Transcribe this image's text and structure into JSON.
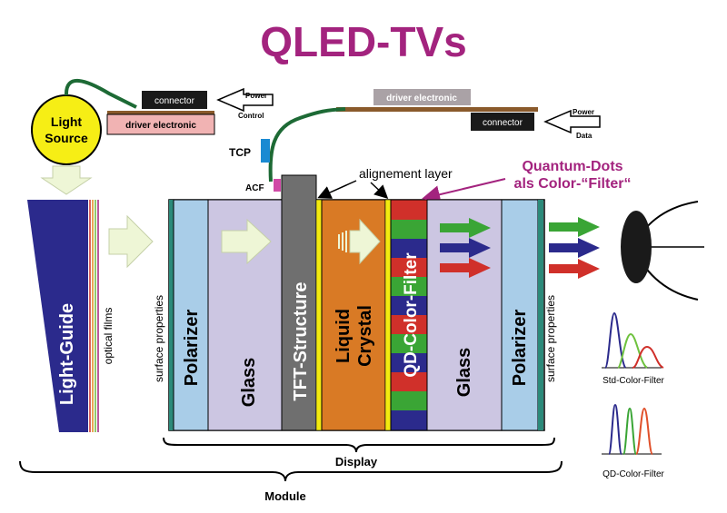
{
  "title": "QLED-TVs",
  "light_source": {
    "line1": "Light",
    "line2": "Source"
  },
  "left_boards": {
    "connector": "connector",
    "driver": "driver electronic",
    "power": "Power",
    "control": "Control"
  },
  "right_boards": {
    "driver": "driver electronic",
    "connector": "connector",
    "power": "Power",
    "data": "Data"
  },
  "tcp": "TCP",
  "acf": "ACF",
  "alignment_layer": "alignement layer",
  "qd_annotation": {
    "line1": "Quantum-Dots",
    "line2": "als Color-“Filter“"
  },
  "layers": {
    "light_guide": "Light-Guide",
    "optical_films": "optical films",
    "surface_left": "surface properties",
    "polarizer_left": "Polarizer",
    "glass_left": "Glass",
    "tft": "TFT-Structure",
    "lc_line1": "Liquid",
    "lc_line2": "Crystal",
    "qd_filter": "QD-Color-Filter",
    "glass_right": "Glass",
    "polarizer_right": "Polarizer",
    "surface_right": "surface properties"
  },
  "brackets": {
    "display": "Display",
    "module": "Module"
  },
  "spectra": {
    "std": "Std-Color-Filter",
    "qd": "QD-Color-Filter"
  },
  "colors": {
    "title": "#a3237e",
    "green": "#3aa535",
    "blue": "#2b2a8c",
    "red": "#d0302a",
    "orange": "#e08a1e",
    "cable": "#1d6a35",
    "qd_label": "#a3237e"
  }
}
